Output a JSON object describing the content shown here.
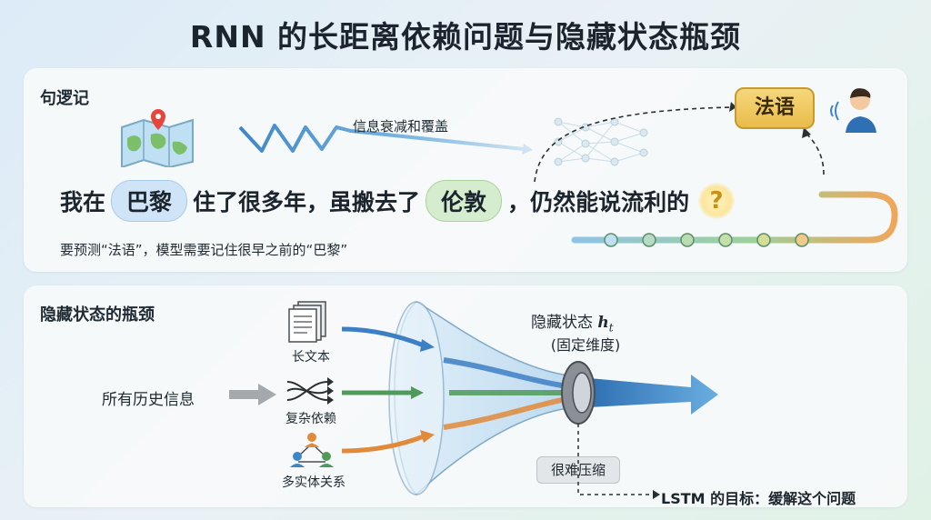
{
  "title": "RNN 的长距离依赖问题与隐藏状态瓶颈",
  "top_panel": {
    "heading": "句逻记",
    "signal_label": "信息衰减和覆盖",
    "target_word": "法语",
    "sentence": {
      "part1": "我在",
      "highlight1": "巴黎",
      "part2": "住了很多年，虽搬去了",
      "highlight2": "伦敦",
      "part3": "，仍然能说流利的",
      "question": "?"
    },
    "note": "要预测“法语”，模型需要记住很早之前的“巴黎”"
  },
  "bottom_panel": {
    "heading": "隐藏状态的瓶颈",
    "source_label": "所有历史信息",
    "inputs": [
      {
        "label": "长文本",
        "icon": "document-stack-icon",
        "color": "#3d7fc4"
      },
      {
        "label": "复杂依赖",
        "icon": "tangled-arrows-icon",
        "color": "#4f9a5a"
      },
      {
        "label": "多实体关系",
        "icon": "people-network-icon",
        "color": "#e08a3a"
      }
    ],
    "hidden_state_label": "隐藏状态",
    "hidden_state_symbol": "h",
    "hidden_state_sub": "t",
    "hidden_state_dim": "(固定维度)",
    "compress_label": "很难压缩",
    "goal_label": "LSTM 的目标：缓解这个问题"
  }
}
